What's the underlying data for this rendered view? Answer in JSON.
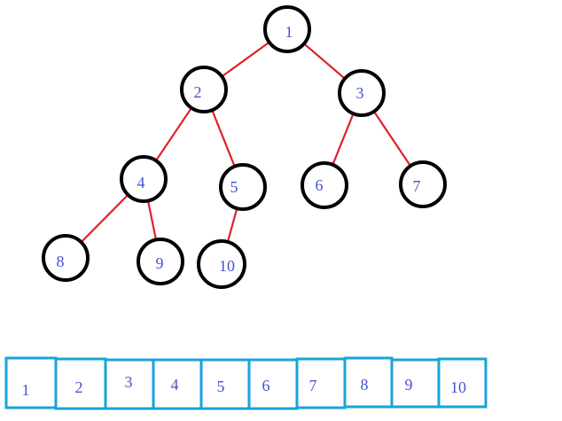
{
  "tree": {
    "nodes": [
      {
        "id": "1",
        "label": "1"
      },
      {
        "id": "2",
        "label": "2"
      },
      {
        "id": "3",
        "label": "3"
      },
      {
        "id": "4",
        "label": "4"
      },
      {
        "id": "5",
        "label": "5"
      },
      {
        "id": "6",
        "label": "6"
      },
      {
        "id": "7",
        "label": "7"
      },
      {
        "id": "8",
        "label": "8"
      },
      {
        "id": "9",
        "label": "9"
      },
      {
        "id": "10",
        "label": "10"
      }
    ],
    "edges": [
      {
        "from": "1",
        "to": "2"
      },
      {
        "from": "1",
        "to": "3"
      },
      {
        "from": "2",
        "to": "4"
      },
      {
        "from": "2",
        "to": "5"
      },
      {
        "from": "3",
        "to": "6"
      },
      {
        "from": "3",
        "to": "7"
      },
      {
        "from": "4",
        "to": "8"
      },
      {
        "from": "4",
        "to": "9"
      },
      {
        "from": "5",
        "to": "10"
      }
    ]
  },
  "array": {
    "cells": [
      "1",
      "2",
      "3",
      "4",
      "5",
      "6",
      "7",
      "8",
      "9",
      "10"
    ]
  },
  "colors": {
    "node_stroke": "#000000",
    "edge": "#e0202a",
    "label": "#4455cc",
    "cell_stroke": "#1aa3d9"
  }
}
